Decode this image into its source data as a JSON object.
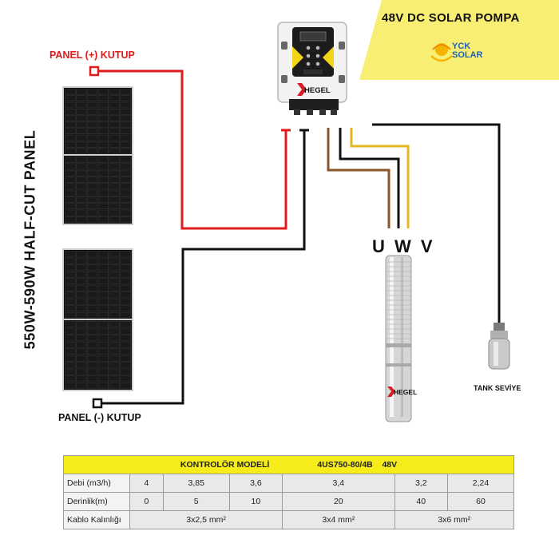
{
  "banner": {
    "title": "48V DC SOLAR POMPA",
    "brand_line1": "YCK",
    "brand_line2": "SOLAR",
    "accent_color": "#f8ee74",
    "brand_color": "#1e63b8"
  },
  "labels": {
    "panel_plus": "PANEL (+) KUTUP",
    "panel_minus": "PANEL (-) KUTUP",
    "vertical_title": "550W-590W HALF-CUT PANEL",
    "uwv": "U W V",
    "tank": "TANK SEVİYE",
    "controller_brand": "HEGEL",
    "pump_brand": "HEGEL"
  },
  "wire_colors": {
    "positive": "#e11b1b",
    "negative": "#111111",
    "u": "#8a5424",
    "w": "#111111",
    "v": "#e7b520",
    "tank": "#111111"
  },
  "table": {
    "header_left": "KONTROLÖR MODELİ",
    "header_model": "4US750-80/4B",
    "header_voltage": "48V",
    "rows": [
      {
        "label": "Debi (m3/h)",
        "values": [
          "4",
          "3,85",
          "3,6",
          "3,4",
          "3,2",
          "2,24"
        ]
      },
      {
        "label": "Derinlik(m)",
        "values": [
          "0",
          "5",
          "10",
          "20",
          "40",
          "60"
        ]
      }
    ],
    "cable": {
      "label": "Kablo Kalınlığı",
      "values": [
        "3x2,5 mm²",
        "3x4 mm²",
        "3x6 mm²"
      ]
    }
  }
}
